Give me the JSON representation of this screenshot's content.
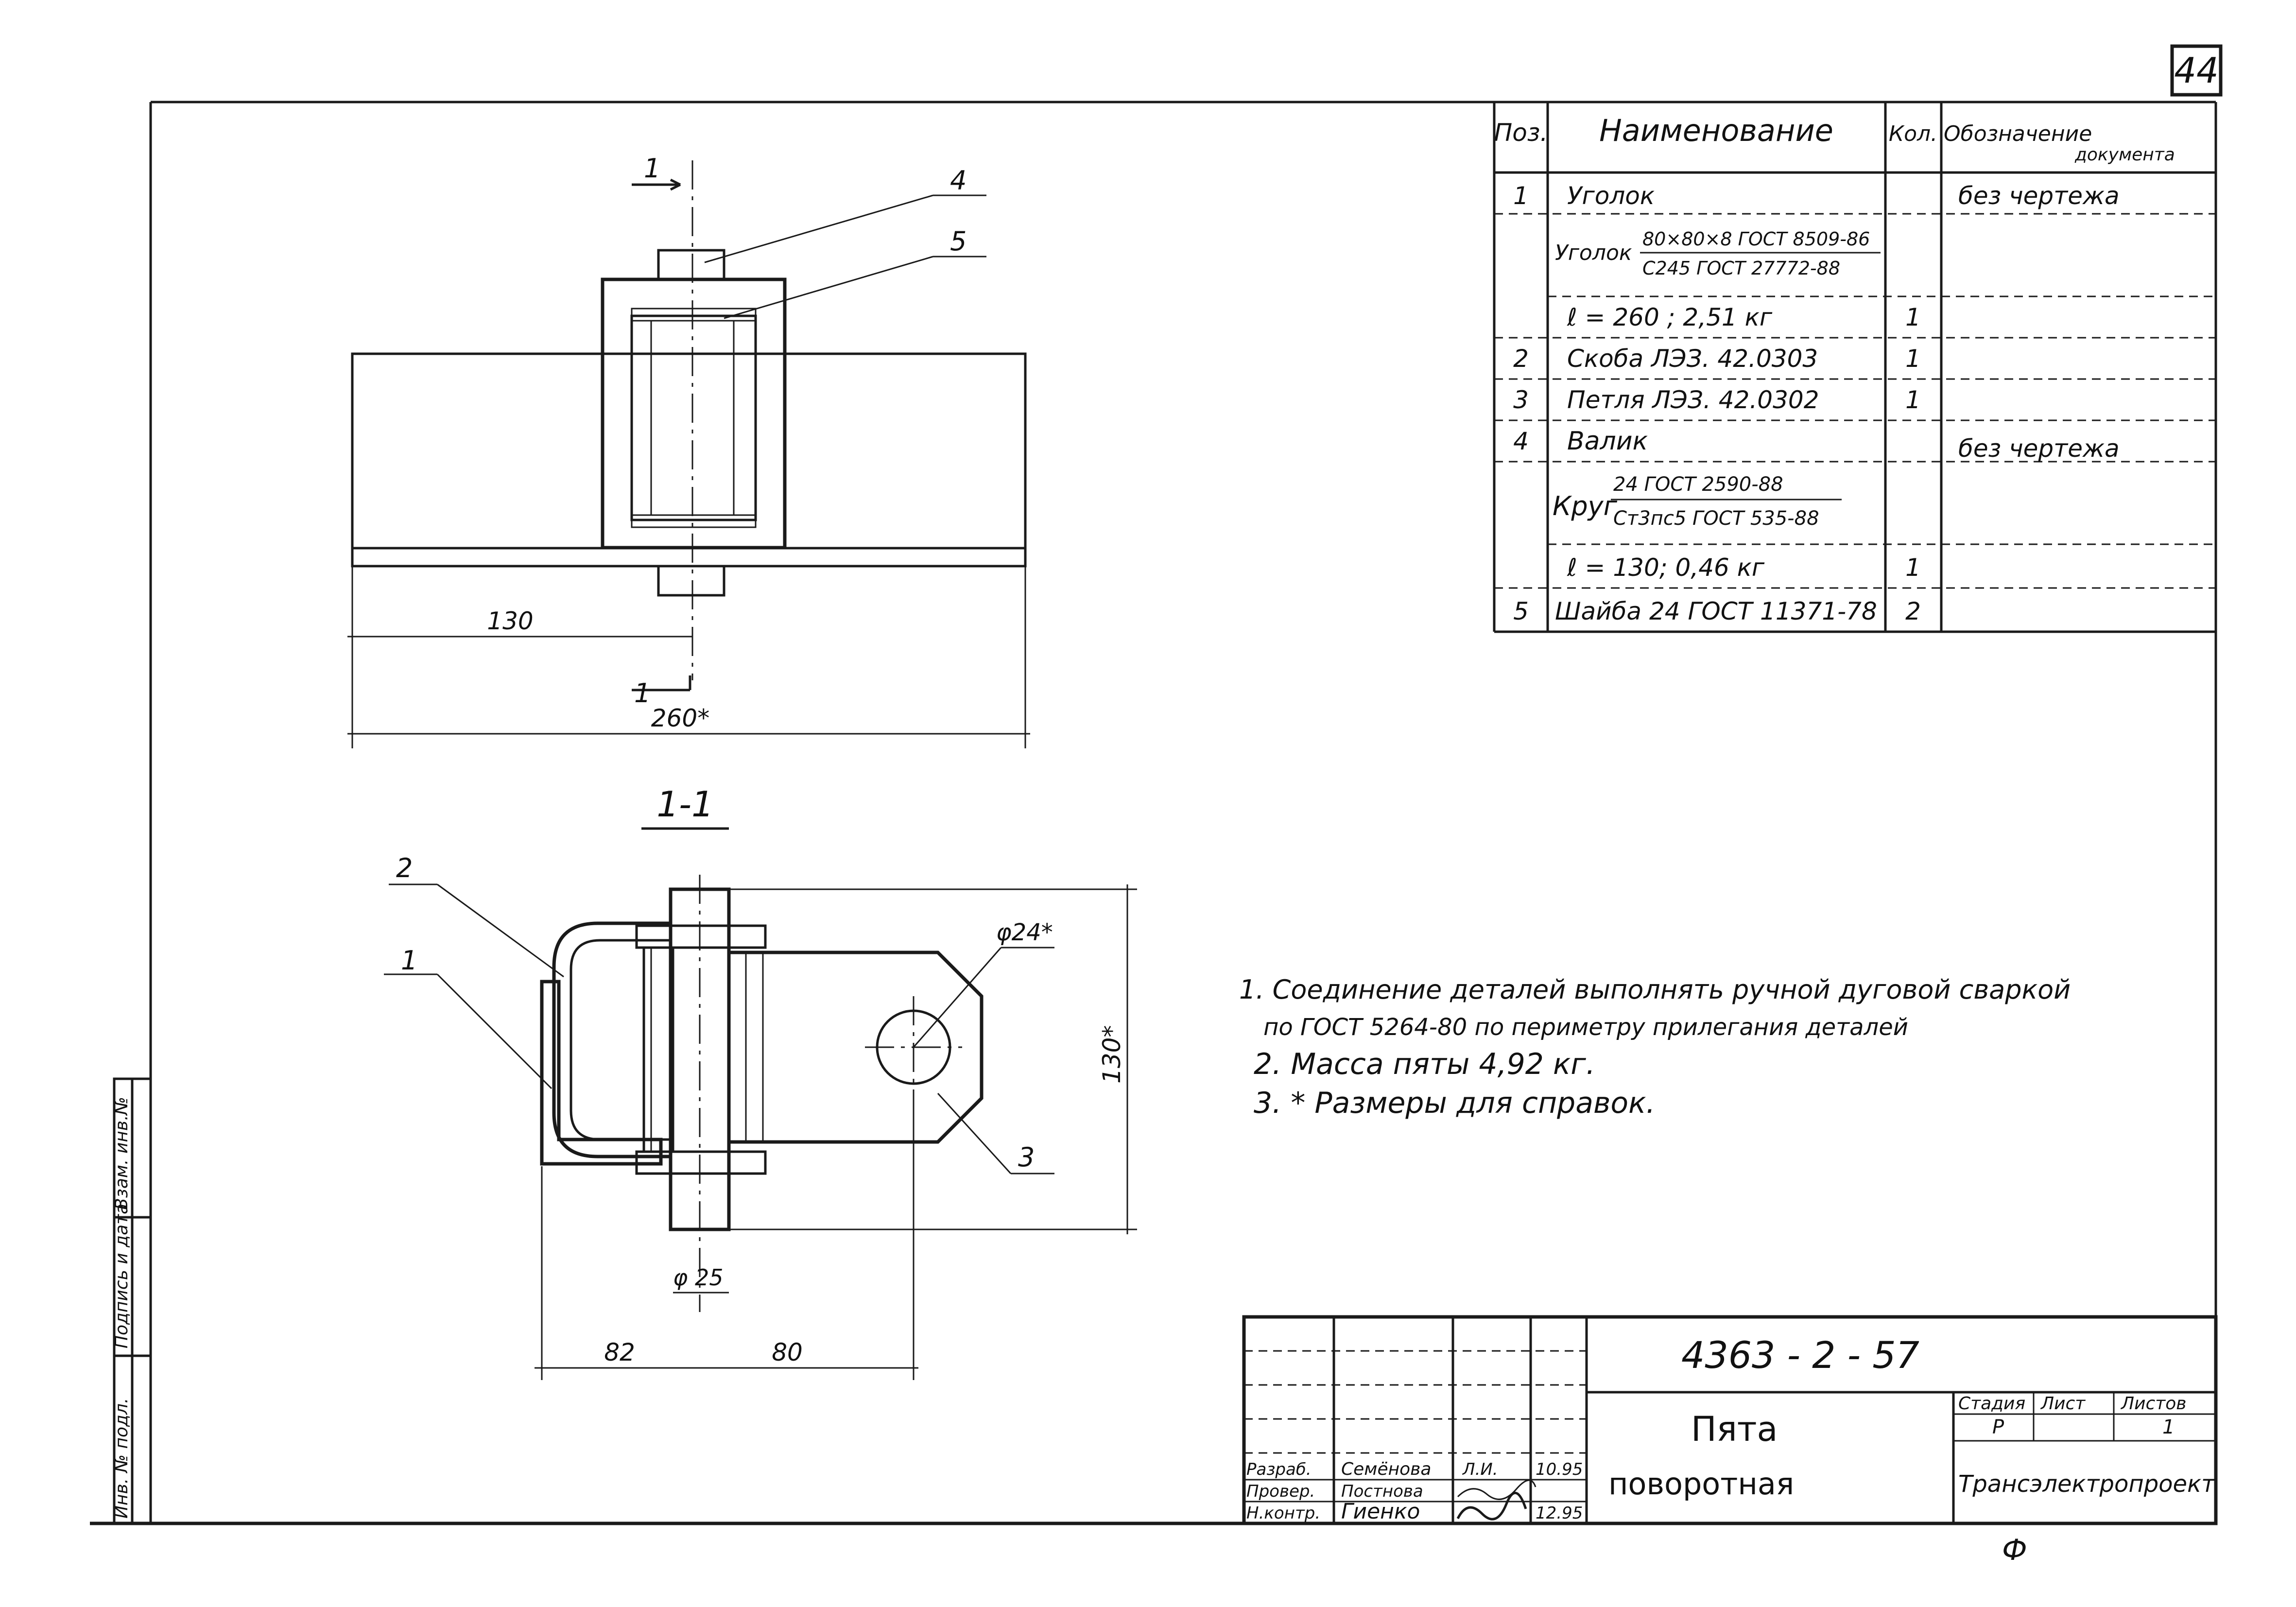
{
  "sheet_number": "44",
  "spec_table": {
    "headers": {
      "pos": "Поз.",
      "name": "Наименование",
      "qty": "Кол.",
      "doc_line1": "Обозначение",
      "doc_line2": "документа"
    },
    "rows": [
      {
        "pos": "1",
        "name": "Уголок",
        "qty": "",
        "doc": "без чертежа"
      },
      {
        "pos": "",
        "name_prefix": "Уголок",
        "frac_top": "80×80×8 ГОСТ 8509-86",
        "frac_bottom": "С245 ГОСТ 27772-88",
        "qty": "",
        "doc": ""
      },
      {
        "pos": "",
        "name": "ℓ = 260 ;  2,51 кг",
        "qty": "1",
        "doc": ""
      },
      {
        "pos": "2",
        "name": "Скоба  ЛЭЗ. 42.0303",
        "qty": "1",
        "doc": ""
      },
      {
        "pos": "3",
        "name": "Петля  ЛЭЗ. 42.0302",
        "qty": "1",
        "doc": ""
      },
      {
        "pos": "4",
        "name": "Валик",
        "qty": "",
        "doc": "без  чертежа"
      },
      {
        "pos": "",
        "name_prefix": "Круг",
        "frac_top": "24 ГОСТ 2590-88",
        "frac_bottom": "Ст3пс5 ГОСТ 535-88",
        "qty": "",
        "doc": ""
      },
      {
        "pos": "",
        "name": "ℓ = 130;  0,46 кг",
        "qty": "1",
        "doc": ""
      },
      {
        "pos": "5",
        "name": "Шайба 24 ГОСТ 11371-78",
        "qty": "2",
        "doc": ""
      }
    ]
  },
  "top_view": {
    "section_mark": "1",
    "callout_4": "4",
    "callout_5": "5",
    "dim_130": "130",
    "dim_260": "260*"
  },
  "section_view": {
    "title": "1-1",
    "callout_1": "1",
    "callout_2": "2",
    "callout_3": "3",
    "dia_24": "φ24*",
    "dia_25": "φ 25",
    "dim_130": "130*",
    "dim_82": "82",
    "dim_80": "80"
  },
  "notes": [
    "1. Соединение деталей выполнять ручной дуговой сваркой",
    "по ГОСТ 5264-80 по периметру прилегания  деталей",
    "2.  Масса пяты  4,92 кг.",
    "3.  * Размеры для справок."
  ],
  "side_stamp": {
    "col1": "Взам. инв.№",
    "col2": "Подпись и дата",
    "col3": "Инв. № подл."
  },
  "title_block": {
    "doc_code": "4363 - 2 - 57",
    "title_line1": "Пята",
    "title_line2": "поворотная",
    "stage_label": "Стадия",
    "sheet_label": "Лист",
    "sheets_label": "Листов",
    "stage_value": "Р",
    "sheets_value": "1",
    "company": "Трансэлектропроект",
    "rows": [
      {
        "role": "Разраб.",
        "name": "Семёнова",
        "sign": "Л.И.",
        "date": "10.95"
      },
      {
        "role": "Провер.",
        "name": "Постнова",
        "sign": "",
        "date": ""
      },
      {
        "role": "Н.контр.",
        "name": "Гиенко",
        "sign": "",
        "date": "12.95"
      }
    ]
  },
  "footer_mark": "Ф"
}
